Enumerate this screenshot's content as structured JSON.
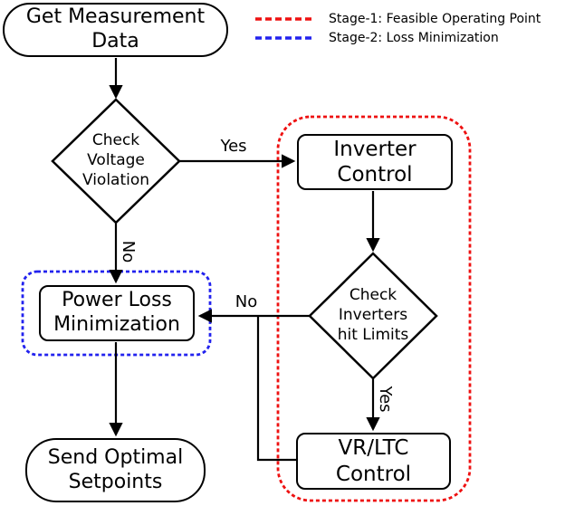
{
  "legend": {
    "items": [
      {
        "label": "Stage-1: Feasible Operating Point",
        "color": "#ee1111"
      },
      {
        "label": "Stage-2: Loss Minimization",
        "color": "#2222ee"
      }
    ]
  },
  "colors": {
    "stage1": "#ee1111",
    "stage2": "#2222ee",
    "connector": "#000000",
    "node_fill": "#ffffff"
  },
  "nodes": {
    "start": {
      "label": "Get Measurement\nData",
      "type": "terminator"
    },
    "decision_voltage": {
      "label": "Check\nVoltage\nViolation",
      "type": "decision"
    },
    "inverter_control": {
      "label": "Inverter\nControl",
      "type": "process"
    },
    "decision_limits": {
      "label": "Check\nInverters\nhit Limits",
      "type": "decision"
    },
    "vr_ltc_control": {
      "label": "VR/LTC\nControl",
      "type": "process"
    },
    "power_loss_min": {
      "label": "Power Loss\nMinimization",
      "type": "process"
    },
    "send_setpoints": {
      "label": "Send Optimal\nSetpoints",
      "type": "terminator"
    }
  },
  "edge_labels": {
    "voltage_yes": "Yes",
    "voltage_no": "No",
    "limits_yes": "Yes",
    "limits_no": "No"
  }
}
